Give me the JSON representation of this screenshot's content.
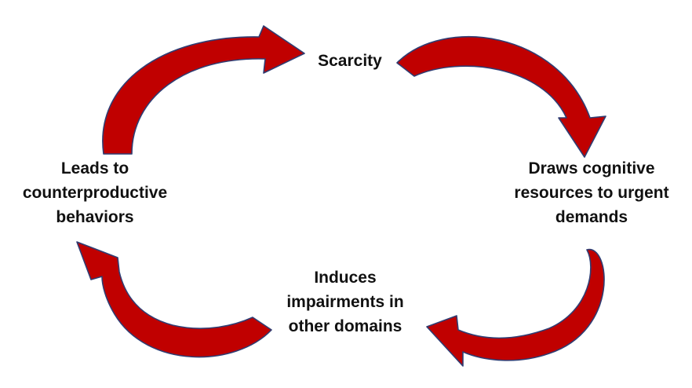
{
  "diagram": {
    "colors": {
      "arrow_fill": "#C00000",
      "arrow_outline": "#2F3D73",
      "text": "#111111",
      "background": "#FFFFFF"
    },
    "nodes": [
      {
        "id": "scarcity",
        "lines": [
          "Scarcity"
        ]
      },
      {
        "id": "draws",
        "lines": [
          "Draws cognitive",
          "resources to urgent",
          "demands"
        ]
      },
      {
        "id": "induces",
        "lines": [
          "Induces",
          "impairments in",
          "other domains"
        ]
      },
      {
        "id": "leads",
        "lines": [
          "Leads to",
          "counterproductive",
          "behaviors"
        ]
      }
    ],
    "edges": [
      {
        "from": "leads",
        "to": "scarcity"
      },
      {
        "from": "scarcity",
        "to": "draws"
      },
      {
        "from": "draws",
        "to": "induces"
      },
      {
        "from": "induces",
        "to": "leads"
      }
    ]
  }
}
